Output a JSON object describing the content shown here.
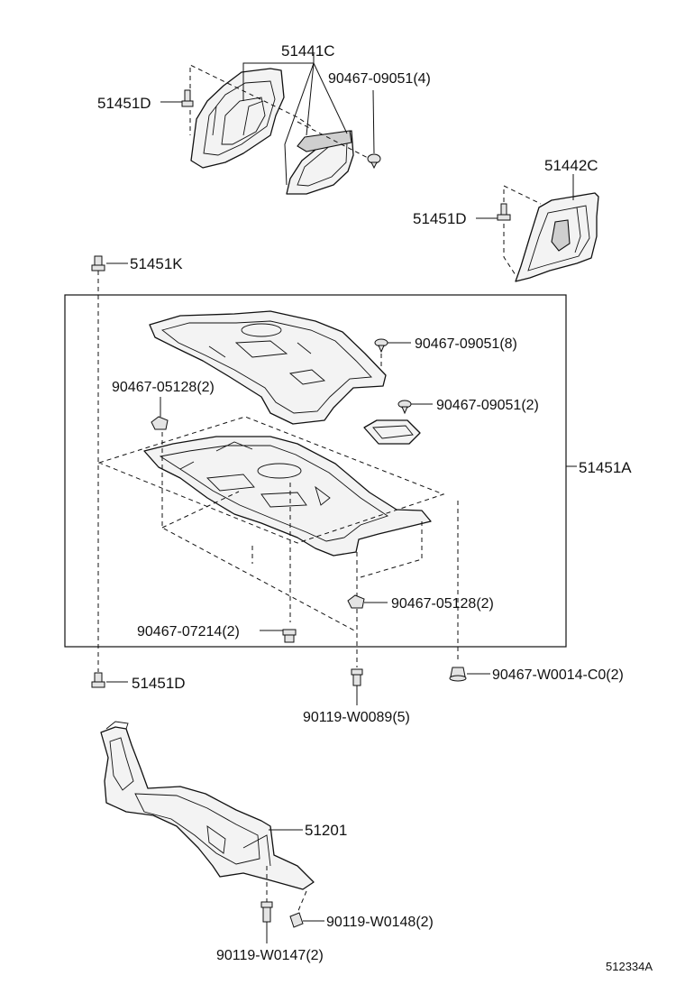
{
  "labels": {
    "p51441c": "51441C",
    "p51451d_top": "51451D",
    "p90467_09051_4": "90467-09051(4)",
    "p51442c": "51442C",
    "p51451d_right": "51451D",
    "p51451k": "51451K",
    "p90467_09051_8": "90467-09051(8)",
    "p90467_05128_2_left": "90467-05128(2)",
    "p90467_09051_2": "90467-09051(2)",
    "p51451a": "51451A",
    "p90467_05128_2_right": "90467-05128(2)",
    "p90467_07214_2": "90467-07214(2)",
    "p51451d_bottom": "51451D",
    "p90119_w0089_5": "90119-W0089(5)",
    "p90467_w0014_c0_2": "90467-W0014-C0(2)",
    "p51201": "51201",
    "p90119_w0148_2": "90119-W0148(2)",
    "p90119_w0147_2": "90119-W0147(2)",
    "illustration_ref": "512334A"
  }
}
